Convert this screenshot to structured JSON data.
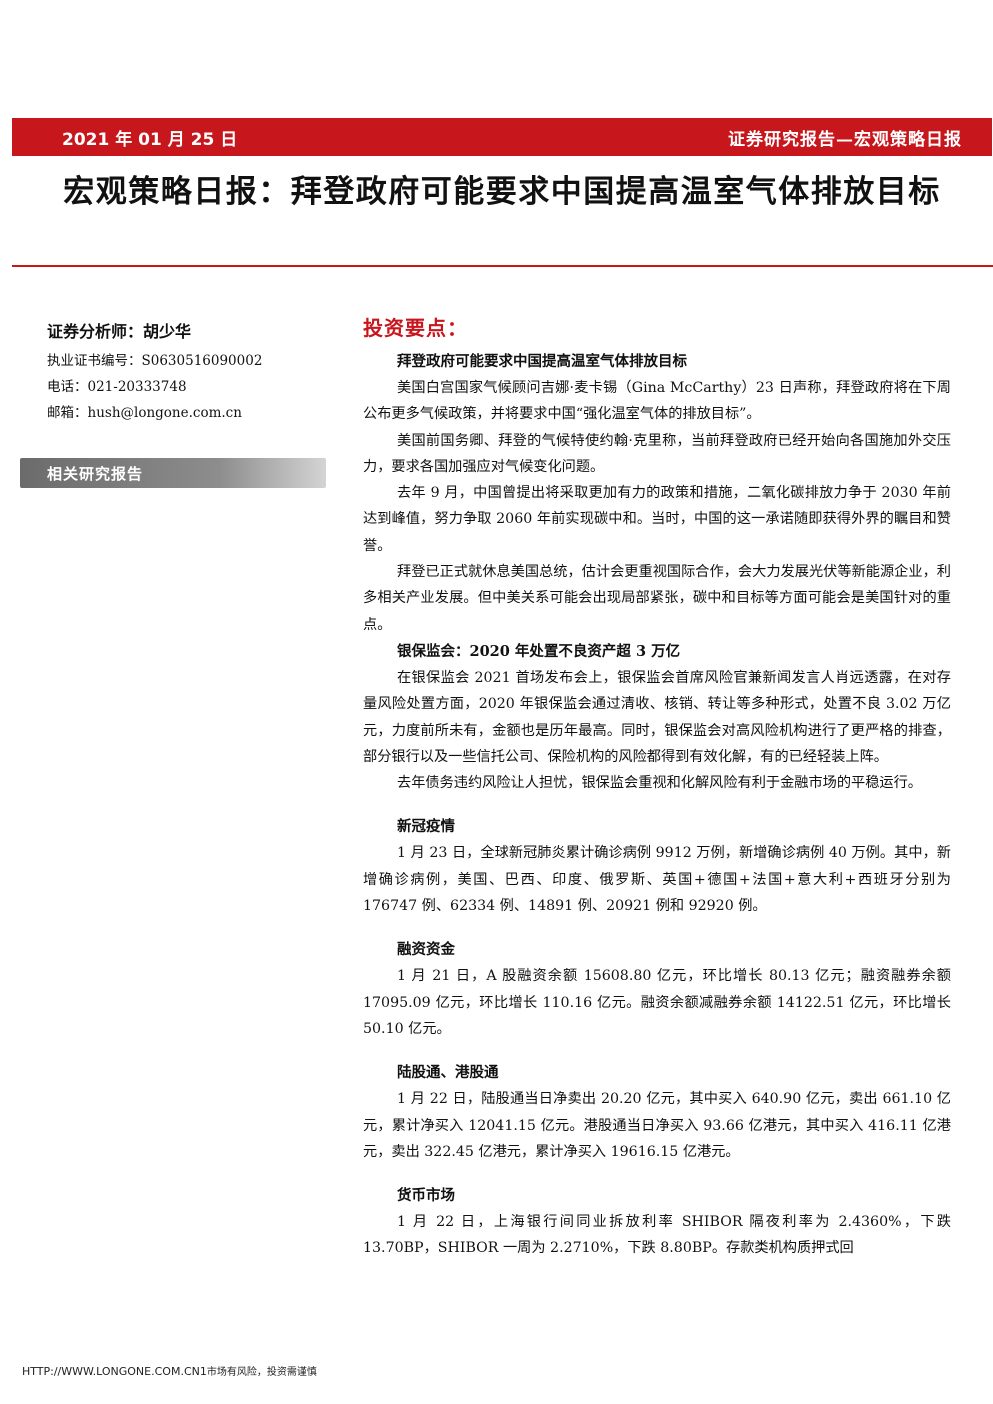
{
  "header": {
    "date": "2021 年 01 月 25 日",
    "series": "证券研究报告—宏观策略日报"
  },
  "title": "宏观策略日报：拜登政府可能要求中国提高温室气体排放目标",
  "analyst": {
    "name_line": "证券分析师：胡少华",
    "license": "执业证书编号：S0630516090002",
    "phone": "电话：021-20333748",
    "email": "邮箱：hush@longone.com.cn"
  },
  "related_reports_label": "相关研究报告",
  "main": {
    "heading": "投资要点：",
    "sections": [
      {
        "title": "拜登政府可能要求中国提高温室气体排放目标",
        "paragraphs": [
          "美国白宫国家气候顾问吉娜·麦卡锡（Gina McCarthy）23 日声称，拜登政府将在下周公布更多气候政策，并将要求中国“强化温室气体的排放目标”。",
          "美国前国务卿、拜登的气候特使约翰·克里称，当前拜登政府已经开始向各国施加外交压力，要求各国加强应对气候变化问题。",
          "去年 9 月，中国曾提出将采取更加有力的政策和措施，二氧化碳排放力争于 2030 年前达到峰值，努力争取 2060 年前实现碳中和。当时，中国的这一承诺随即获得外界的瞩目和赞誉。",
          "拜登已正式就休息美国总统，估计会更重视国际合作，会大力发展光伏等新能源企业，利多相关产业发展。但中美关系可能会出现局部紧张，碳中和目标等方面可能会是美国针对的重点。"
        ]
      },
      {
        "title": "银保监会：2020 年处置不良资产超 3 万亿",
        "paragraphs": [
          "在银保监会 2021 首场发布会上，银保监会首席风险官兼新闻发言人肖远透露，在对存量风险处置方面，2020 年银保监会通过清收、核销、转让等多种形式，处置不良 3.02 万亿元，力度前所未有，金额也是历年最高。同时，银保监会对高风险机构进行了更严格的排查，部分银行以及一些信托公司、保险机构的风险都得到有效化解，有的已经轻装上阵。",
          "去年债务违约风险让人担忧，银保监会重视和化解风险有利于金融市场的平稳运行。"
        ]
      },
      {
        "title": "新冠疫情",
        "paragraphs": [
          "1 月 23 日，全球新冠肺炎累计确诊病例 9912 万例，新增确诊病例 40 万例。其中，新增确诊病例，美国、巴西、印度、俄罗斯、英国+德国+法国+意大利+西班牙分别为 176747 例、62334 例、14891 例、20921 例和 92920 例。"
        ]
      },
      {
        "title": "融资资金",
        "paragraphs": [
          "1 月 21 日，A 股融资余额 15608.80 亿元，环比增长 80.13 亿元；融资融券余额 17095.09 亿元，环比增长 110.16 亿元。融资余额减融券余额 14122.51 亿元，环比增长 50.10 亿元。"
        ]
      },
      {
        "title": "陆股通、港股通",
        "paragraphs": [
          "1 月 22 日，陆股通当日净卖出 20.20 亿元，其中买入 640.90 亿元，卖出 661.10 亿元，累计净买入 12041.15 亿元。港股通当日净买入 93.66 亿港元，其中买入 416.11 亿港元，卖出 322.45 亿港元，累计净买入 19616.15 亿港元。"
        ]
      },
      {
        "title": "货币市场",
        "paragraphs": [
          "1 月 22 日，上海银行间同业拆放利率 SHIBOR 隔夜利率为 2.4360%，下跌 13.70BP，SHIBOR 一周为 2.2710%，下跌 8.80BP。存款类机构质押式回"
        ]
      }
    ]
  },
  "footer": {
    "url": "HTTP://WWW.LONGONE.COM.CN",
    "page": "1",
    "note": "市场有风险，投资需谨慎"
  }
}
